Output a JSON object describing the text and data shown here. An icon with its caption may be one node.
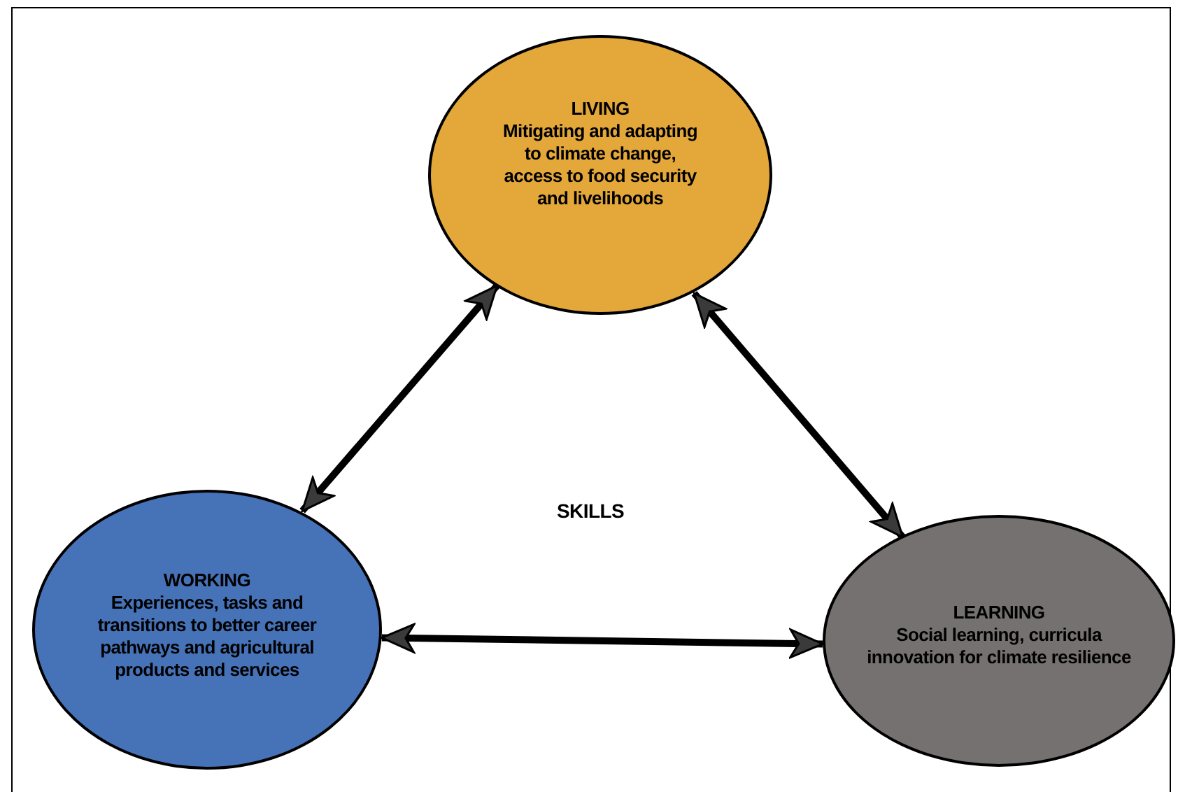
{
  "diagram": {
    "nodes": [
      {
        "text": [
          "LIVING",
          "Mitigating and adapting to climate change, access to food security and livelihoods"
        ]
      },
      {
        "text": [
          "WORKING",
          "Experiences, tasks and transitions to better career pathways and agricultural products and services"
        ]
      },
      {
        "text": [
          "LEARNING",
          "Social learning, curricula innovation for climate resilience"
        ]
      }
    ],
    "edges": [
      {
        "from": 0,
        "to": 1,
        "arrow": "both"
      },
      {
        "from": 0,
        "to": 2,
        "arrow": "both"
      },
      {
        "from": 1,
        "to": 2,
        "arrow": "both"
      }
    ],
    "labels": [
      "SKILLS"
    ]
  }
}
